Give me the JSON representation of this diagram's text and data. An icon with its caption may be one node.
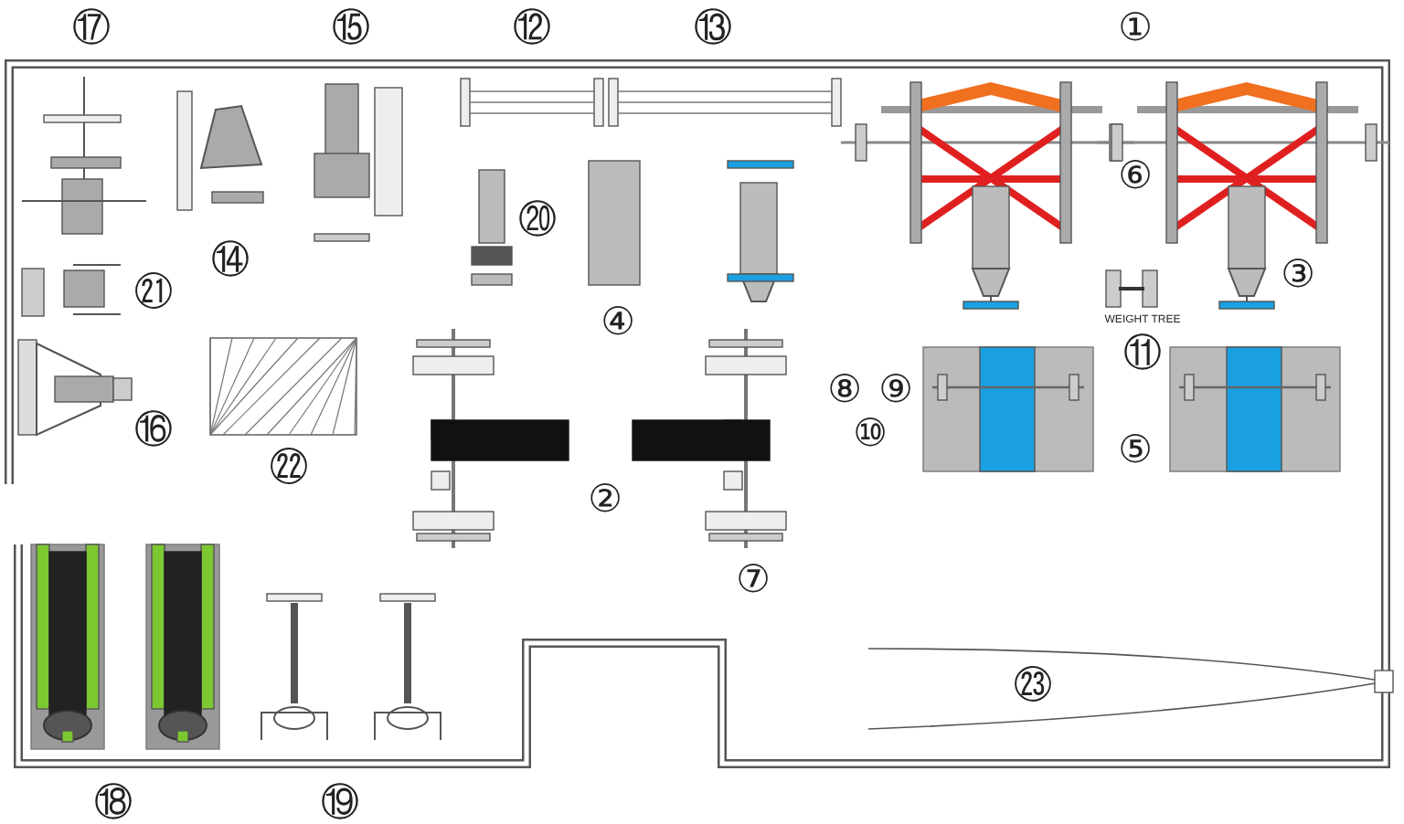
{
  "diagram": {
    "labels": [
      "⑰",
      "⑮",
      "⑫",
      "⑬",
      "①",
      "⑥",
      "⑳",
      "⑭",
      "③",
      "㉑",
      "WEIGHT TREE",
      "④",
      "⑪",
      "⑧",
      "⑨",
      "⑯",
      "⑩",
      "⑤",
      "㉒",
      "②",
      "⑦",
      "㉓",
      "⑱",
      "⑲"
    ]
  }
}
